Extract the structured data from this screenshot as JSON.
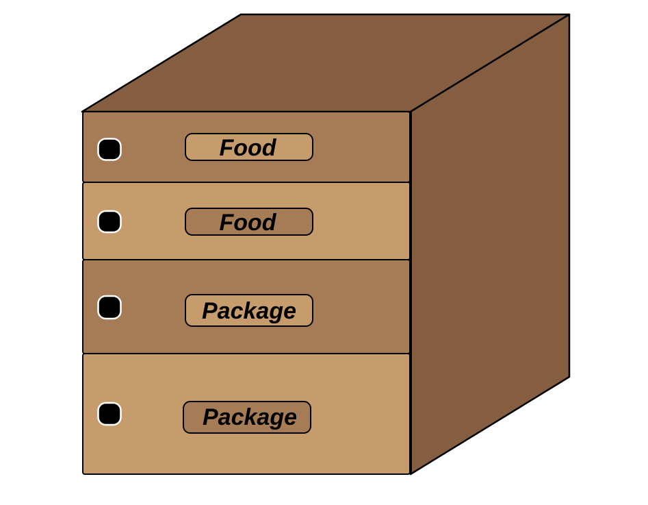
{
  "colors": {
    "cabinet_side": "#855d40",
    "cabinet_top": "#855d40",
    "drawer_dark": "#a57c55",
    "drawer_light": "#c69c6d",
    "outline": "#000000",
    "handle": "#000000",
    "handle_ring": "#ffffff"
  },
  "icons": {
    "handle": "drawer-handle-icon"
  },
  "drawers": [
    {
      "label": "Food",
      "shade": "dark"
    },
    {
      "label": "Food",
      "shade": "light"
    },
    {
      "label": "Package",
      "shade": "dark"
    },
    {
      "label": "Package",
      "shade": "light"
    }
  ]
}
